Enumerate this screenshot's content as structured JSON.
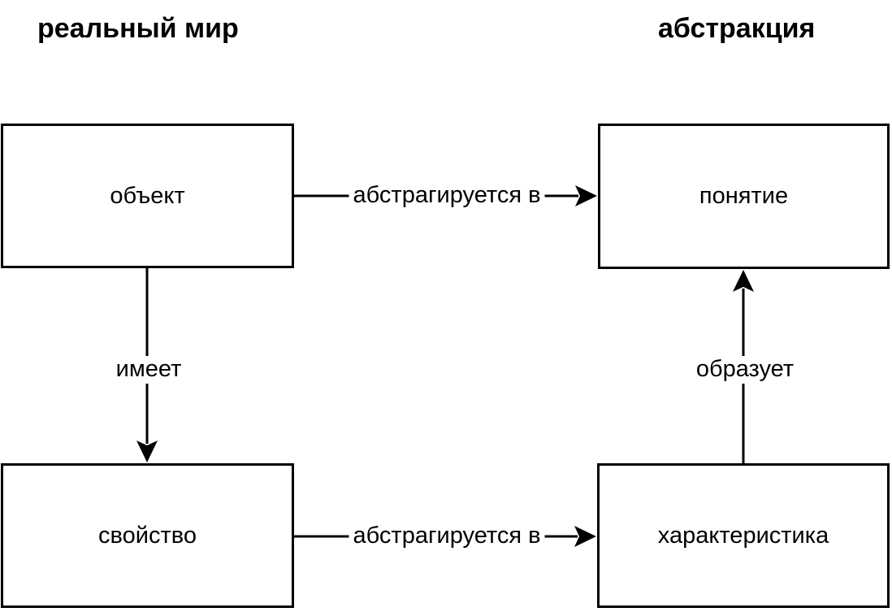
{
  "diagram": {
    "columns": [
      {
        "id": "real-world",
        "label": "реальный мир"
      },
      {
        "id": "abstraction",
        "label": "абстракция"
      }
    ],
    "nodes": [
      {
        "id": "object",
        "label": "объект",
        "column": "real-world"
      },
      {
        "id": "concept",
        "label": "понятие",
        "column": "abstraction"
      },
      {
        "id": "property",
        "label": "свойство",
        "column": "real-world"
      },
      {
        "id": "characteristic",
        "label": "характеристика",
        "column": "abstraction"
      }
    ],
    "edges": [
      {
        "from": "object",
        "to": "concept",
        "label": "абстрагируется в",
        "direction": "right"
      },
      {
        "from": "object",
        "to": "property",
        "label": "имеет",
        "direction": "down"
      },
      {
        "from": "property",
        "to": "characteristic",
        "label": "абстрагируется в",
        "direction": "right"
      },
      {
        "from": "characteristic",
        "to": "concept",
        "label": "образует",
        "direction": "up"
      }
    ],
    "colors": {
      "stroke": "#000000",
      "text": "#000000",
      "background": "#ffffff"
    }
  }
}
